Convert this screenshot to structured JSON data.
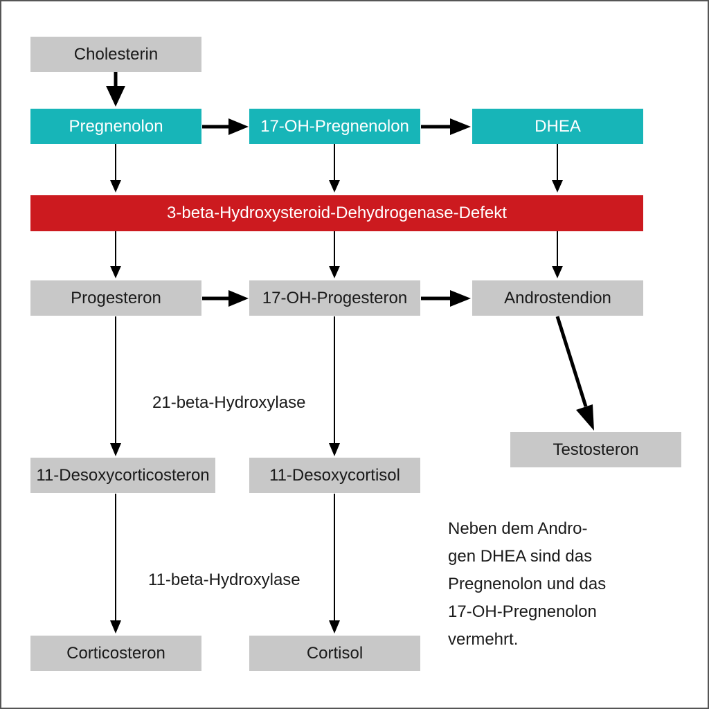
{
  "colors": {
    "precursor": "#17b5b8",
    "defect": "#cc1a1f",
    "metabolite": "#c8c8c8",
    "arrow": "#000000"
  },
  "nodes": {
    "cholesterin": "Cholesterin",
    "pregnenolon": "Pregnenolon",
    "oh17_pregnenolon": "17-OH-Pregnenolon",
    "dhea": "DHEA",
    "defect": "3-beta-Hydroxysteroid-Dehydrogenase-Defekt",
    "progesteron": "Progesteron",
    "oh17_progesteron": "17-OH-Progesteron",
    "androstendion": "Androstendion",
    "testosteron": "Testosteron",
    "desoxycorticosteron": "11-Desoxycorticosteron",
    "desoxycortisol": "11-Desoxycortisol",
    "corticosteron": "Corticosteron",
    "cortisol": "Cortisol"
  },
  "enzymes": {
    "hydroxylase_21": "21-beta-Hydroxylase",
    "hydroxylase_11": "11-beta-Hydroxylase"
  },
  "note": {
    "lines": [
      "Neben dem Andro-",
      "gen DHEA sind das",
      "Pregnenolon und das",
      "17-OH-Pregnenolon",
      "vermehrt."
    ]
  }
}
